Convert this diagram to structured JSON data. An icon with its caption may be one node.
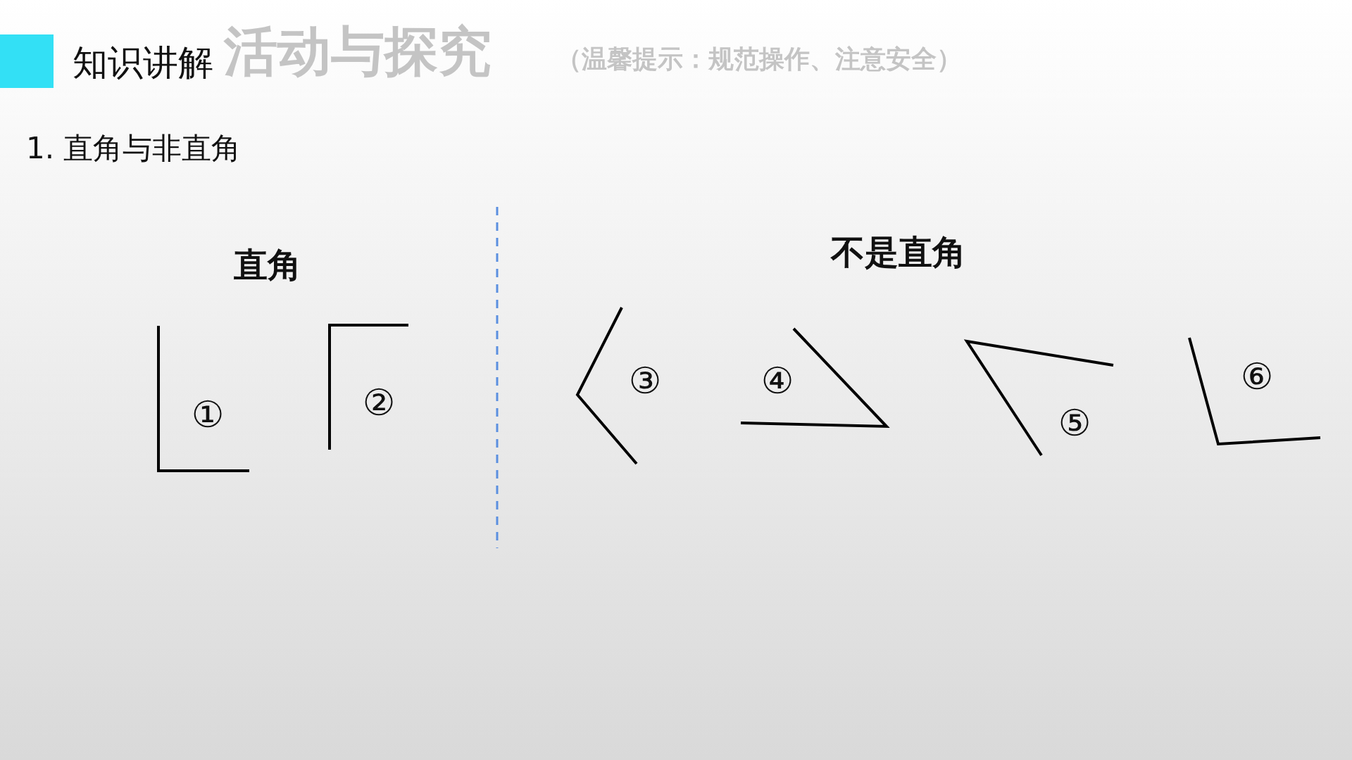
{
  "diagram": {
    "title": "知识讲解",
    "nodes": [
      {
        "text": [],
        "shape": "box"
      }
    ],
    "labels": [
      "活动与探究",
      "（温馨提示：规范操作、注意安全）",
      "1. 直角与非直角",
      "直角",
      "不是直角",
      "①",
      "②",
      "③",
      "④",
      "⑤",
      "⑥"
    ]
  }
}
